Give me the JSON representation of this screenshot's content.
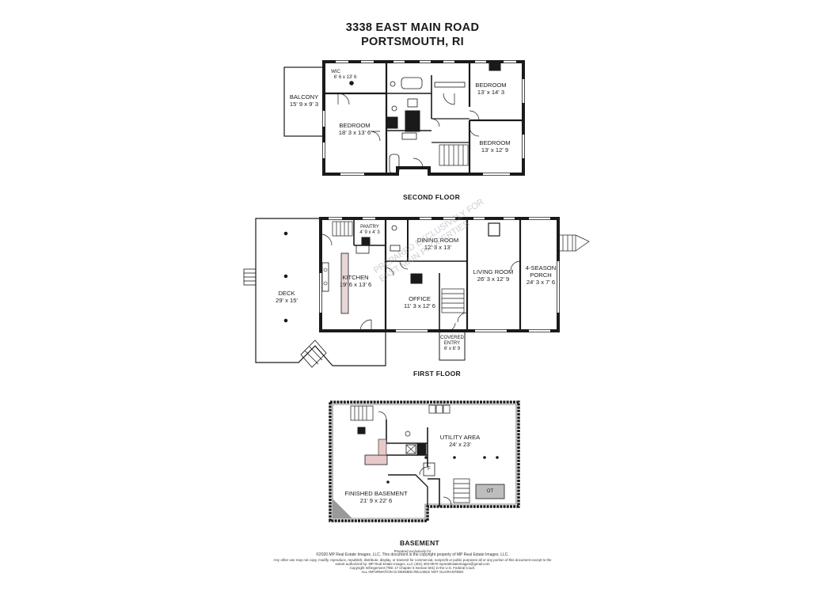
{
  "header": {
    "address": "3338 EAST MAIN ROAD",
    "city": "PORTSMOUTH, RI"
  },
  "floors": {
    "second": {
      "title": "SECOND FLOOR",
      "rooms": {
        "wic": {
          "name": "WIC",
          "dims": "6' 6 x 13' 6"
        },
        "balcony": {
          "name": "BALCONY",
          "dims": "15' 9 x 9' 3"
        },
        "bedroom_main": {
          "name": "BEDROOM",
          "dims": "18' 3 x 13' 6"
        },
        "bedroom_ne": {
          "name": "BEDROOM",
          "dims": "13' x 14' 3"
        },
        "bedroom_se": {
          "name": "BEDROOM",
          "dims": "13' x 12' 9"
        }
      }
    },
    "first": {
      "title": "FIRST FLOOR",
      "rooms": {
        "pantry": {
          "name": "PANTRY",
          "dims": "4' 9 x 4' 3"
        },
        "dining": {
          "name": "DINING ROOM",
          "dims": "12' 3 x 13'"
        },
        "kitchen": {
          "name": "KITCHEN",
          "dims": "19' 6 x 13' 6"
        },
        "deck": {
          "name": "DECK",
          "dims": "29' x 15'"
        },
        "living": {
          "name": "LIVING ROOM",
          "dims": "26' 3 x 12' 9"
        },
        "porch": {
          "name": "4-SEASON",
          "name2": "PORCH",
          "dims": "24' 3 x 7' 6"
        },
        "office": {
          "name": "OFFICE",
          "dims": "11' 3 x 12' 6"
        },
        "entry": {
          "name": "COVERED",
          "name2": "ENTRY",
          "dims": "6' x 6' 9"
        }
      }
    },
    "basement": {
      "title": "BASEMENT",
      "rooms": {
        "utility": {
          "name": "UTILITY AREA",
          "dims": "24' x  23'"
        },
        "finished": {
          "name": "FINISHED BASEMENT",
          "dims": "21' 9 x 22' 6"
        }
      },
      "labels": {
        "f": "F",
        "ot": "OT"
      }
    }
  },
  "watermark": {
    "line1": "PREPARED EXCLUSIVELY FOR",
    "line2": "EAST MAIN PROPERTIES"
  },
  "footer": {
    "line1": "Prepared exclusively for",
    "line2": "©2020 MP Real Estate Images, LLC. This document is the copyright property of MP Real Estate Images, LLC.",
    "line3": "Any other use may not copy, modify, reproduce, republish, distribute, display, or transmit for commercial, nonprofit or public purposes all or any portion of this document except to the",
    "line4": "extent authorized by: MP Real Estate Images, LLC (401) 402-0970 mprealestateimages@gmail.com",
    "line5": "Copyright Infringement (Title 17 Chapter 5 Section 501) in the U.S. Federal Court.",
    "line6": "ALL INFORMATION IS DEEMED RELIABLE NOT GUARANTEED"
  }
}
